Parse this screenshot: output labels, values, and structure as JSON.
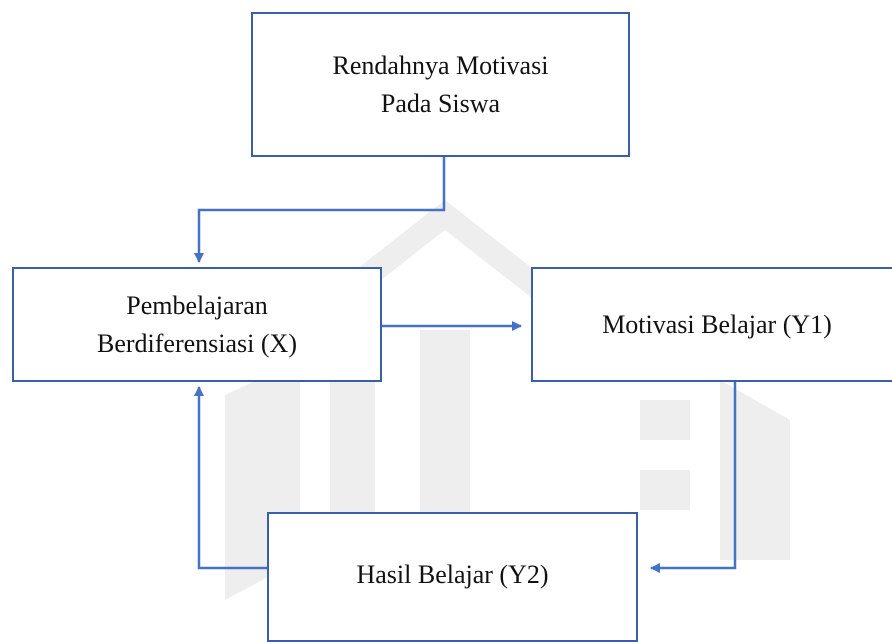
{
  "diagram": {
    "nodes": {
      "top": {
        "line1": "Rendahnya Motivasi",
        "line2": "Pada Siswa"
      },
      "left": {
        "line1": "Pembelajaran",
        "line2": "Berdiferensiasi (X)"
      },
      "right": {
        "line1": "Motivasi Belajar (Y1)"
      },
      "bottom": {
        "line1": "Hasil Belajar (Y2)"
      }
    },
    "edges": [
      {
        "from": "top",
        "to": "left"
      },
      {
        "from": "left",
        "to": "right"
      },
      {
        "from": "right",
        "to": "bottom"
      },
      {
        "from": "bottom",
        "to": "left"
      }
    ]
  },
  "colors": {
    "box_border": "#3b5fa6",
    "arrow": "#4472c4",
    "watermark": "#eeeeee"
  }
}
